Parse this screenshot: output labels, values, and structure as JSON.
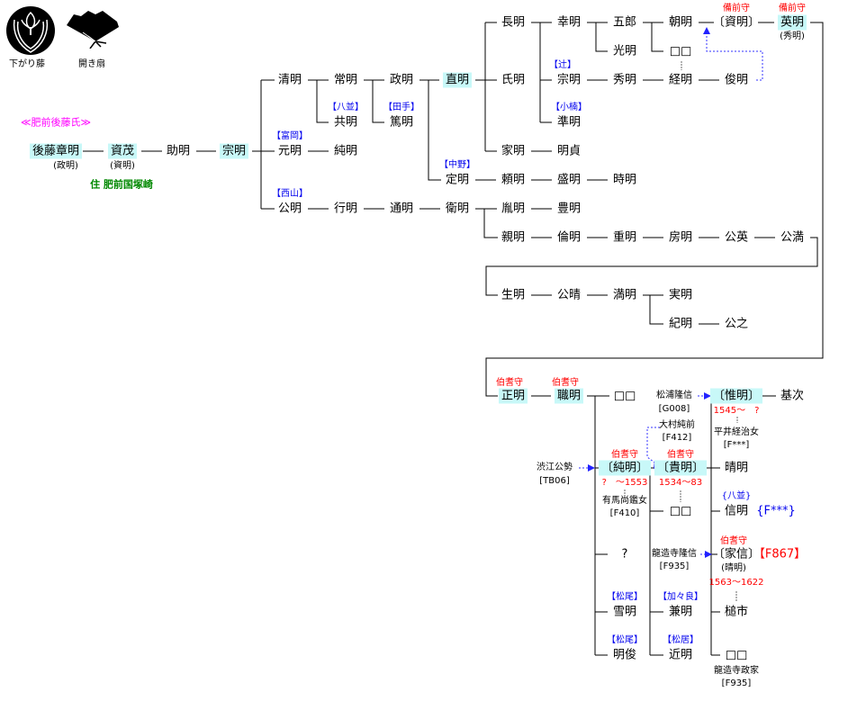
{
  "emblems": {
    "sagari_fuji": "下がり藤",
    "hiraki_ogi": "開き扇"
  },
  "clan_title": "≪肥前後藤氏≫",
  "residence": "住 肥前国塚崎",
  "people": {
    "akiaki": "後藤章明",
    "akiaki_alt": "(政明)",
    "sukeshige": "資茂",
    "sukeshige_alt": "(資明)",
    "sukeaki": "助明",
    "muneaki": "宗明",
    "kiyoaki": "清明",
    "tsuneaki": "常明",
    "masaaki": "政明",
    "naoaki": "直明",
    "tomoaki_k": "共明",
    "atsuaki": "篤明",
    "motoaki": "元明",
    "sumiaki1": "純明",
    "kimiaki": "公明",
    "yukiaki": "行明",
    "michiaki": "通明",
    "moriaki_e": "衛明",
    "nagaaki": "長明",
    "yukiaki2": "幸明",
    "goro": "五郎",
    "tomoaki": "朝明",
    "sukeaki2": "〔資明〕",
    "hideaki": "英明",
    "hideaki_alt": "(秀明)",
    "mitsuaki": "光明",
    "unknown1": "□□",
    "ujiaki": "氏明",
    "muneaki2": "宗明",
    "hideaki2": "秀明",
    "tsuneaki2": "経明",
    "toshiaki": "俊明",
    "junaki": "準明",
    "ieaki": "家明",
    "akisada": "明貞",
    "sadaaki": "定明",
    "yoriaki": "頼明",
    "moriaki": "盛明",
    "tokiaki": "時明",
    "taneaki": "胤明",
    "toyoaki": "豊明",
    "chikaaki": "親明",
    "noriaki": "倫明",
    "shigeaki": "重明",
    "fusaaki": "房明",
    "kimihide": "公英",
    "kimimitsu": "公満",
    "ikiaki": "生明",
    "kimiharu": "公晴",
    "mitsuaki2": "満明",
    "saneaki": "実明",
    "noriaki2": "紀明",
    "kimiyuki": "公之",
    "masaaki2": "正明",
    "motoaki2": "職明",
    "unknown2": "□□",
    "koreaki": "〔惟明〕",
    "mototsugu": "基次",
    "sumiaki": "〔純明〕",
    "takaaki": "〔貴明〕",
    "haruaki": "晴明",
    "unknown3": "□□",
    "nobuaki": "信明",
    "question": "?",
    "ienobu": "〔家信〕",
    "ienobu_alt": "(晴明)",
    "tsuchiichi": "槌市",
    "yukiaki3": "雪明",
    "kaneaki": "兼明",
    "akitoshi": "明俊",
    "chikaaki2": "近明",
    "unknown4": "□□"
  },
  "titles": {
    "bizen1": "備前守",
    "bizen2": "備前守",
    "hoki1": "伯耆守",
    "hoki2": "伯耆守",
    "hoki3": "伯耆守",
    "hoki4": "伯耆守",
    "hoki5": "伯耆守"
  },
  "branches": {
    "yanami": "【八並】",
    "tade": "【田手】",
    "tomioka": "【富岡】",
    "nishiyama": "【西山】",
    "tsuji": "【辻】",
    "ogusu": "【小楠】",
    "nakano": "【中野】",
    "yanami2": "{八並}",
    "f_unknown": "{F***}",
    "matsuo1": "【松尾】",
    "kakara": "【加々良】",
    "matsuo2": "【松尾】",
    "matsui": "【松居】"
  },
  "notes": {
    "matsura": "松浦隆信",
    "matsura_ref": "[G008]",
    "koreaki_dates": "1545〜　?",
    "hirai": "平井経治女",
    "hirai_ref": "[F***]",
    "omura": "大村純前",
    "omura_ref": "[F412]",
    "shibue": "渋江公勢",
    "shibue_ref": "[TB06]",
    "sumiaki_dates": "?　〜1553",
    "arima": "有馬尚鑑女",
    "arima_ref": "[F410]",
    "takaaki_dates": "1534〜83",
    "ryuzoji": "龍造寺隆信",
    "ryuzoji_ref": "[F935]",
    "ienobu_ref": "【F867】",
    "ienobu_dates": "1563〜1622",
    "masaie": "龍造寺政家",
    "masaie_ref": "[F935]"
  },
  "colors": {
    "highlight": "#c8f8f8",
    "title": "#ff0000",
    "branch": "#0000ee",
    "clan": "#ff00ff",
    "residence": "#008000",
    "arrow": "#3333ff"
  }
}
